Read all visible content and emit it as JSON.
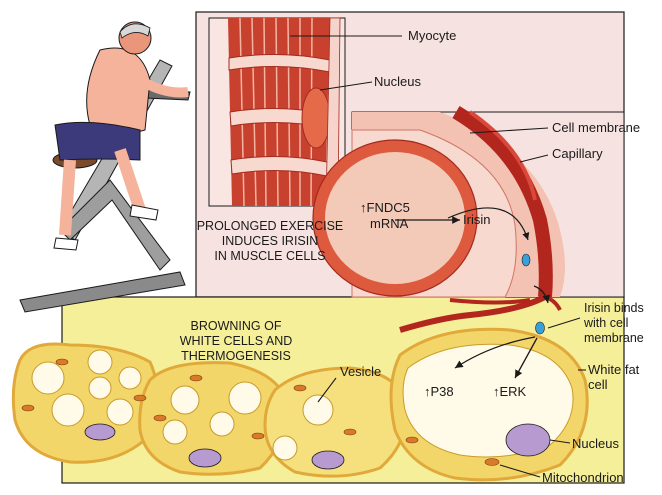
{
  "labels": {
    "myocyte": "Myocyte",
    "nucleus_top": "Nucleus",
    "cell_membrane": "Cell membrane",
    "capillary": "Capillary",
    "fndc5_line1": "FNDC5",
    "fndc5_line2": "mRNA",
    "irisin": "Irisin",
    "exercise_caption_1": "PROLONGED EXERCISE",
    "exercise_caption_2": "INDUCES IRISIN",
    "exercise_caption_3": "IN MUSCLE CELLS",
    "browning_1": "BROWNING OF",
    "browning_2": "WHITE CELLS AND",
    "browning_3": "THERMOGENESIS",
    "vesicle": "Vesicle",
    "irisin_binds_1": "Irisin binds",
    "irisin_binds_2": "with cell",
    "irisin_binds_3": "membrane",
    "white_fat_1": "White fat",
    "white_fat_2": "cell",
    "p38": "P38",
    "erk": "ERK",
    "nucleus_bottom": "Nucleus",
    "mitochondrion": "Mitochondrion"
  },
  "colors": {
    "muscle_panel_bg": "#f6e3e1",
    "fat_panel_bg": "#f6ef9a",
    "muscle_red": "#c8402e",
    "muscle_light": "#f2b8a6",
    "capillary_red": "#b3261e",
    "fat_cell_yellow": "#f3d66a",
    "fat_cell_rim": "#e0a93a",
    "fat_droplet": "#fffbe8",
    "nucleus_purple": "#b79ad0",
    "irisin_blue": "#3aa0d8"
  }
}
